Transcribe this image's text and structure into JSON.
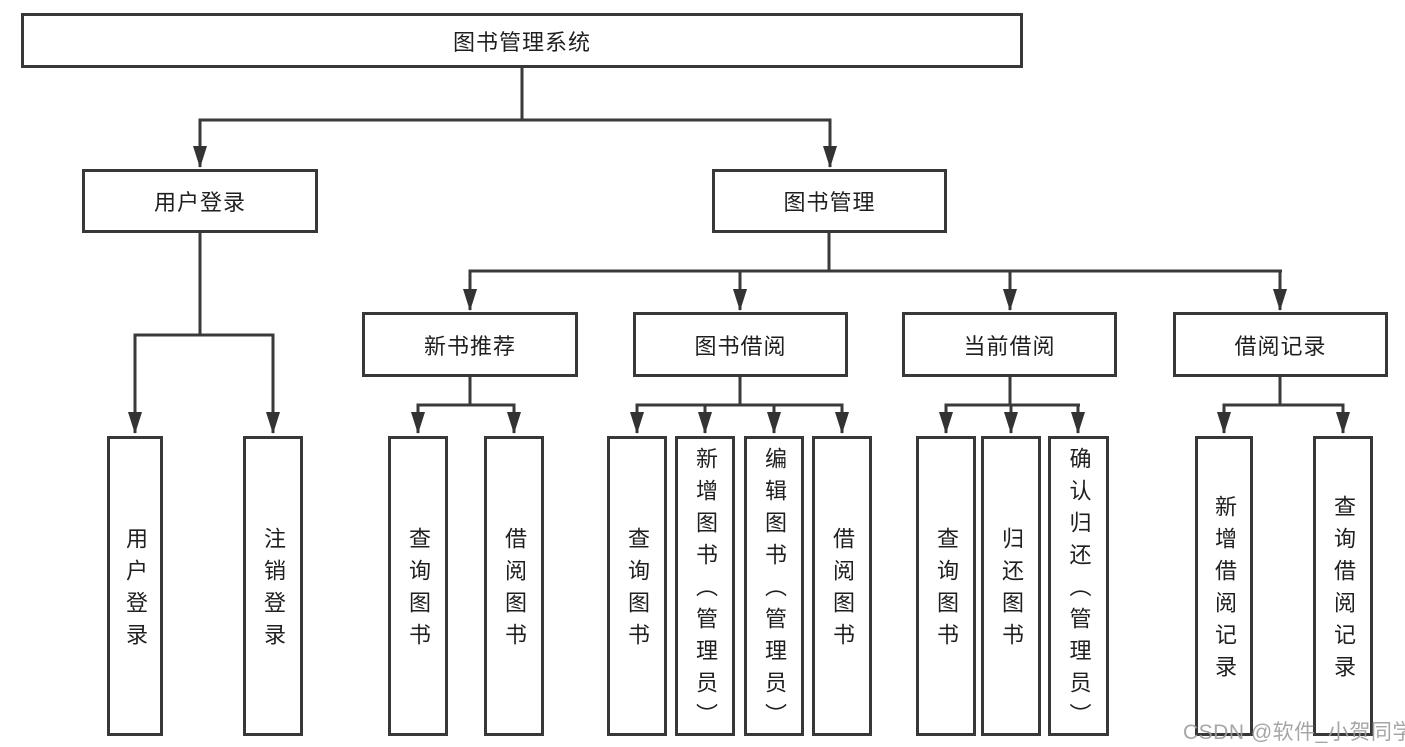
{
  "diagram": {
    "root": {
      "label": "图书管理系统"
    },
    "level2": {
      "user_login": {
        "label": "用户登录"
      },
      "book_management": {
        "label": "图书管理"
      }
    },
    "level3": {
      "new_book_recommend": {
        "label": "新书推荐"
      },
      "book_borrowing": {
        "label": "图书借阅"
      },
      "current_borrowing": {
        "label": "当前借阅"
      },
      "borrow_records": {
        "label": "借阅记录"
      }
    },
    "leaves": {
      "user_login": {
        "label": "用户登录"
      },
      "logout": {
        "label": "注销登录"
      },
      "recommend_query_books": {
        "label": "查询图书"
      },
      "recommend_borrow_books": {
        "label": "借阅图书"
      },
      "borrowing_query_books": {
        "label": "查询图书"
      },
      "borrowing_add_books": {
        "label": "新增图书（管理员）"
      },
      "borrowing_edit_books": {
        "label": "编辑图书（管理员）"
      },
      "borrowing_borrow_books": {
        "label": "借阅图书"
      },
      "current_query_books": {
        "label": "查询图书"
      },
      "current_return_books": {
        "label": "归还图书"
      },
      "current_confirm_return": {
        "label": "确认归还（管理员）"
      },
      "records_add_record": {
        "label": "新增借阅记录"
      },
      "records_query_record": {
        "label": "查询借阅记录"
      }
    },
    "watermark": "CSDN @软件_小贺同学",
    "colors": {
      "line": "#3a3a3a",
      "border": "#383838",
      "text": "#1f1f1f",
      "watermark": "#9e9e9e",
      "background": "#ffffff"
    }
  }
}
